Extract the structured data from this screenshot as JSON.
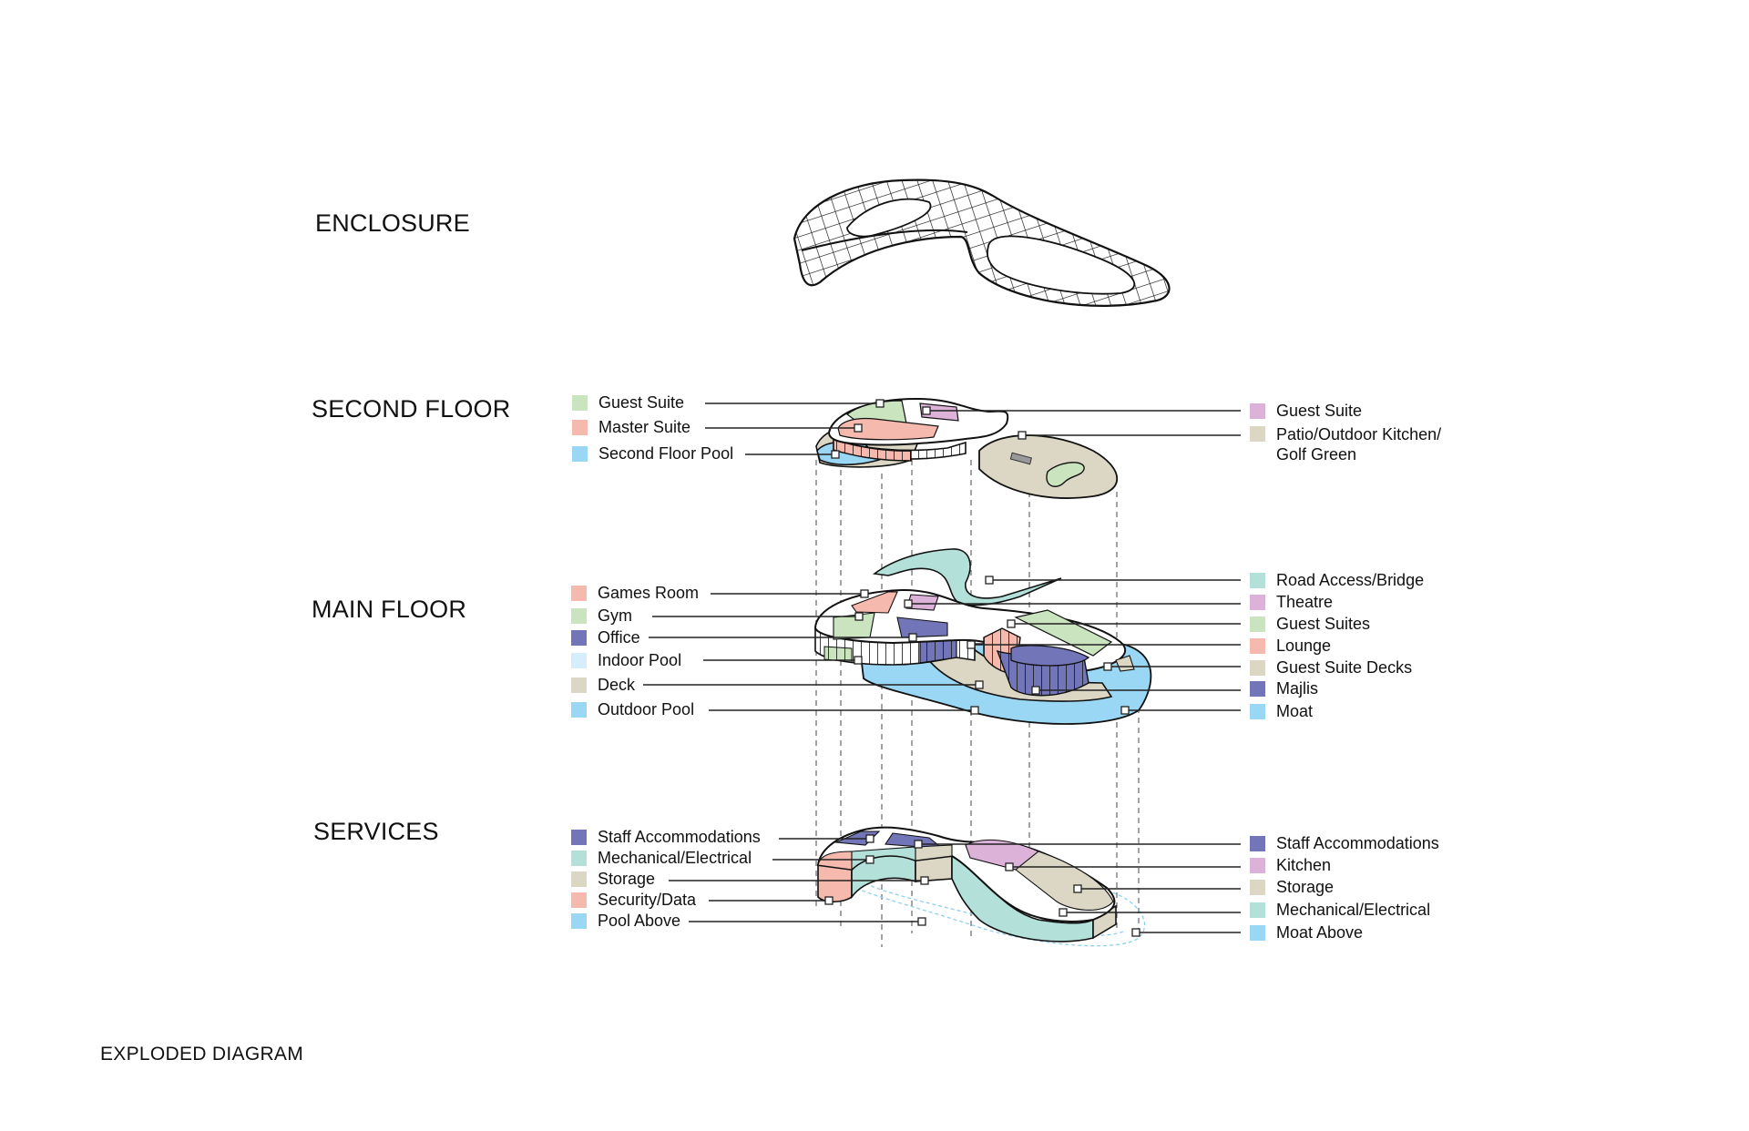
{
  "title": "EXPLODED DIAGRAM",
  "colors": {
    "green": "#c9e4bf",
    "salmon": "#f6b9ad",
    "sky": "#9ad7f5",
    "lightsky": "#d6eefb",
    "pink": "#dcb2d8",
    "beige": "#dbd7c4",
    "navy": "#7276b8",
    "mint": "#b4e0da"
  },
  "sections": {
    "enclosure": {
      "title": "ENCLOSURE"
    },
    "second_floor": {
      "title": "SECOND FLOOR",
      "left": [
        {
          "label": "Guest Suite",
          "color": "#c9e4bf"
        },
        {
          "label": "Master Suite",
          "color": "#f6b9ad"
        },
        {
          "label": "Second Floor Pool",
          "color": "#9ad7f5"
        }
      ],
      "right": [
        {
          "label": "Guest Suite",
          "color": "#dcb2d8"
        },
        {
          "label": "Patio/Outdoor Kitchen/",
          "label2": "Golf Green",
          "color": "#dbd7c4"
        }
      ]
    },
    "main_floor": {
      "title": "MAIN FLOOR",
      "left": [
        {
          "label": "Games Room",
          "color": "#f6b9ad"
        },
        {
          "label": "Gym",
          "color": "#c9e4bf"
        },
        {
          "label": "Office",
          "color": "#7276b8"
        },
        {
          "label": "Indoor Pool",
          "color": "#d6eefb"
        },
        {
          "label": "Deck",
          "color": "#dbd7c4"
        },
        {
          "label": "Outdoor Pool",
          "color": "#9ad7f5"
        }
      ],
      "right": [
        {
          "label": "Road Access/Bridge",
          "color": "#b4e0da"
        },
        {
          "label": "Theatre",
          "color": "#dcb2d8"
        },
        {
          "label": "Guest Suites",
          "color": "#c9e4bf"
        },
        {
          "label": "Lounge",
          "color": "#f6b9ad"
        },
        {
          "label": "Guest Suite Decks",
          "color": "#dbd7c4"
        },
        {
          "label": "Majlis",
          "color": "#7276b8"
        },
        {
          "label": "Moat",
          "color": "#9ad7f5"
        }
      ]
    },
    "services": {
      "title": "SERVICES",
      "left": [
        {
          "label": "Staff Accommodations",
          "color": "#7276b8"
        },
        {
          "label": "Mechanical/Electrical",
          "color": "#b4e0da"
        },
        {
          "label": "Storage",
          "color": "#dbd7c4"
        },
        {
          "label": "Security/Data",
          "color": "#f6b9ad"
        },
        {
          "label": "Pool Above",
          "color": "#9ad7f5"
        }
      ],
      "right": [
        {
          "label": "Staff Accommodations",
          "color": "#7276b8"
        },
        {
          "label": "Kitchen",
          "color": "#dcb2d8"
        },
        {
          "label": "Storage",
          "color": "#dbd7c4"
        },
        {
          "label": "Mechanical/Electrical",
          "color": "#b4e0da"
        },
        {
          "label": "Moat Above",
          "color": "#9ad7f5"
        }
      ]
    }
  }
}
